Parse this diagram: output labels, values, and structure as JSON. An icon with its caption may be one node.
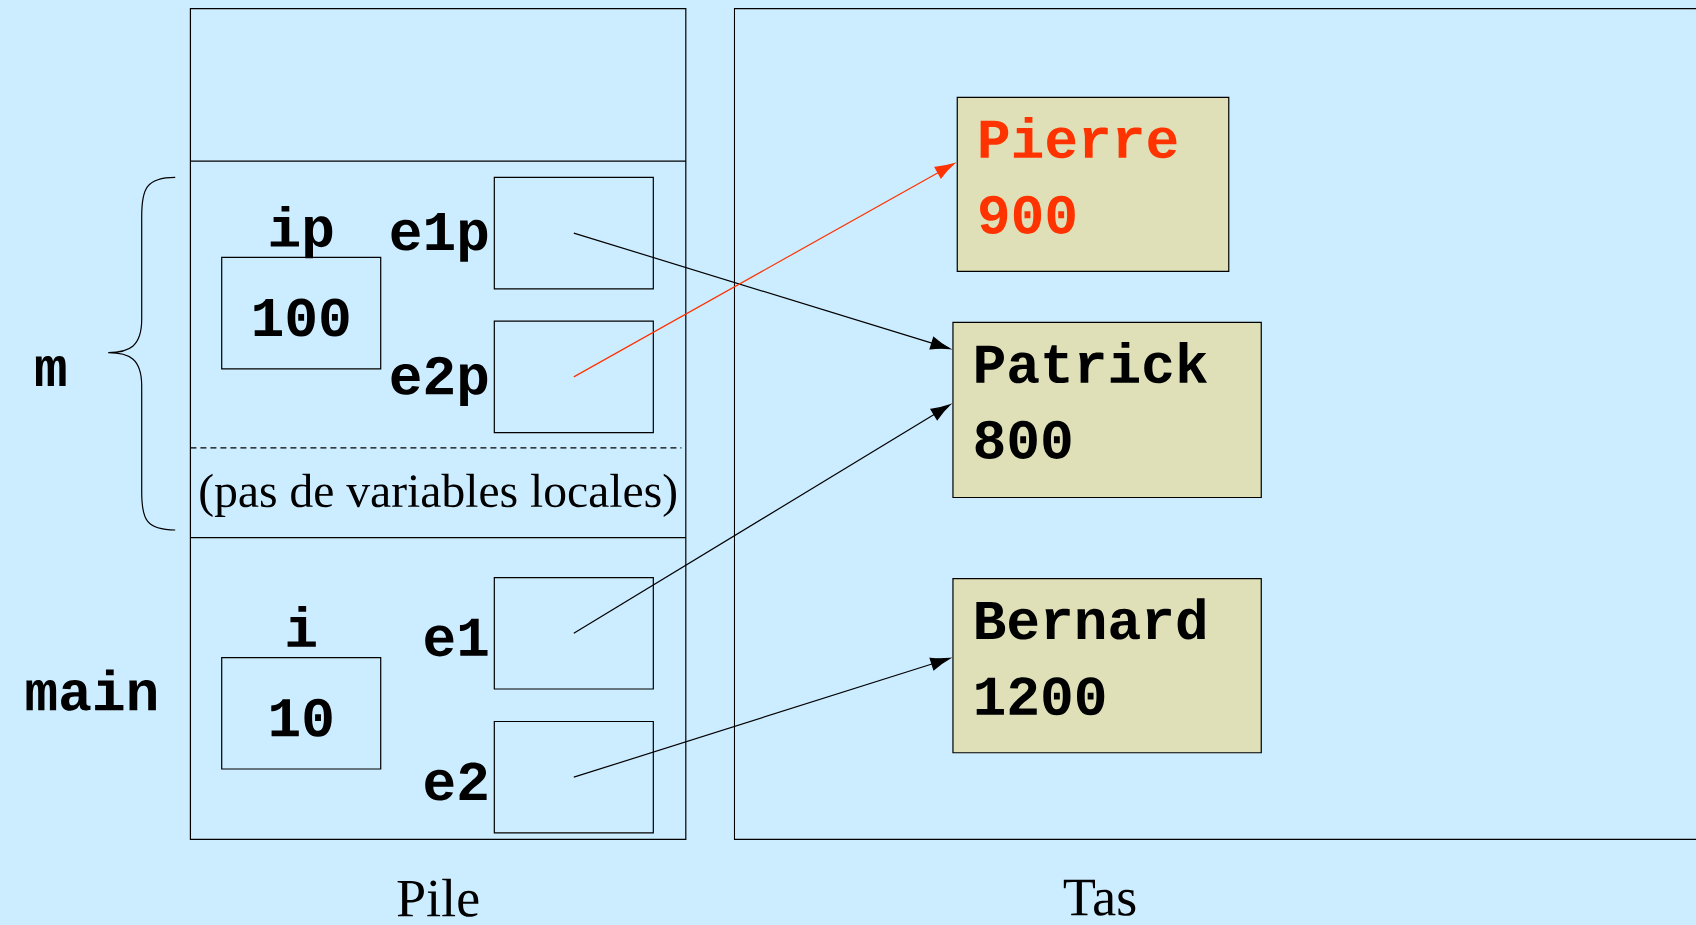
{
  "diagram": {
    "nodes": [
      {
        "text": [
          "Pile"
        ]
      },
      {
        "text": [
          "ip",
          "100"
        ],
        "in": 0
      },
      {
        "text": [
          "e1p"
        ],
        "in": 0
      },
      {
        "text": [
          "e2p"
        ],
        "in": 0
      },
      {
        "text": [
          "i",
          "10"
        ],
        "in": 0
      },
      {
        "text": [
          "e1"
        ],
        "in": 0
      },
      {
        "text": [
          "e2"
        ],
        "in": 0
      },
      {
        "text": [
          "Tas"
        ]
      },
      {
        "text": [
          "Pierre",
          "900"
        ],
        "in": 7
      },
      {
        "text": [
          "Patrick",
          "800"
        ],
        "in": 7
      },
      {
        "text": [
          "Bernard",
          "1200"
        ],
        "in": 7
      }
    ],
    "edges": [
      {
        "from": 2,
        "to": 9,
        "arrow": "to"
      },
      {
        "from": 3,
        "to": 8,
        "arrow": "to",
        "color": "#ff3300"
      },
      {
        "from": 5,
        "to": 9,
        "arrow": "to"
      },
      {
        "from": 6,
        "to": 10,
        "arrow": "to"
      }
    ],
    "labels": [
      "m",
      "(pas de variables locales)",
      "main"
    ]
  }
}
